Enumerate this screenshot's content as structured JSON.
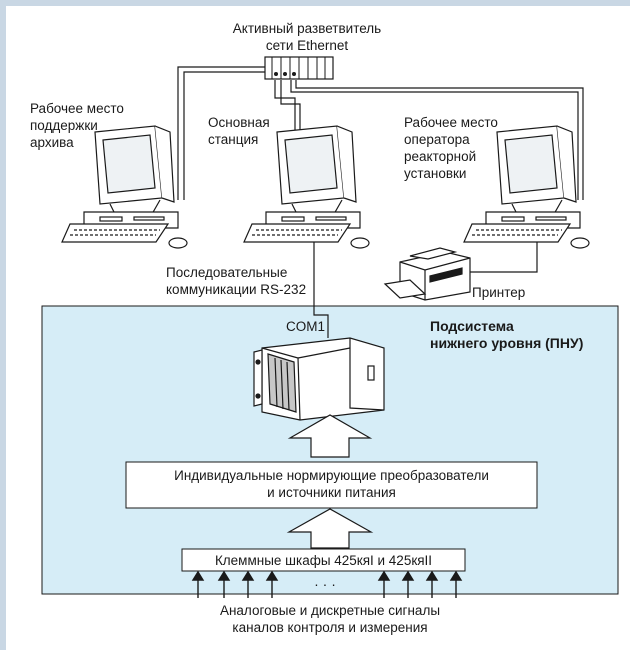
{
  "labels": {
    "switch": [
      "Активный разветвитель",
      "сети Ethernet"
    ],
    "archive_ws": [
      "Рабочее место",
      "поддержки",
      "архива"
    ],
    "main_station": [
      "Основная",
      "станция"
    ],
    "operator_ws": [
      "Рабочее место",
      "оператора",
      "реакторной",
      "установки"
    ],
    "serial": [
      "Последовательные",
      "коммуникации RS-232"
    ],
    "printer": "Принтер",
    "com1": "COM1",
    "subsystem": [
      "Подсистема",
      "нижнего уровня (ПНУ)"
    ],
    "converters": [
      "Индивидуальные нормирующие преобразователи",
      "и источники питания"
    ],
    "cabinets": "Клеммные шкафы 425кяI и 425кяII",
    "dots": "·   ·   ·",
    "signals": [
      "Аналоговые и дискретные сигналы",
      "каналов контроля и измерения"
    ]
  },
  "colors": {
    "panel_fill": "#d6edf7",
    "frame": "#c9d7e4",
    "line": "#1a1a1a"
  }
}
